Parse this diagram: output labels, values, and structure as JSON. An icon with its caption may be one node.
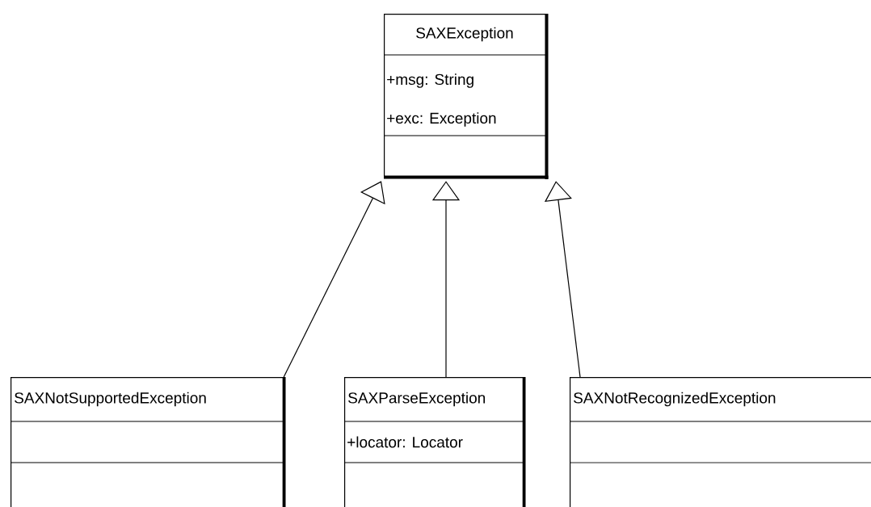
{
  "diagram": {
    "nodes": [
      {
        "text": [
          "SAXException",
          "+msg: String",
          "+exc: Exception"
        ]
      },
      {
        "text": [
          "SAXNotSupportedException"
        ]
      },
      {
        "text": [
          "SAXParseException",
          "+locator: Locator"
        ]
      },
      {
        "text": [
          "SAXNotRecognizedException"
        ]
      }
    ],
    "edges": [
      {
        "from": 1,
        "to": 0,
        "arrow": "to"
      },
      {
        "from": 2,
        "to": 0,
        "arrow": "to"
      },
      {
        "from": 3,
        "to": 0,
        "arrow": "to"
      }
    ]
  }
}
